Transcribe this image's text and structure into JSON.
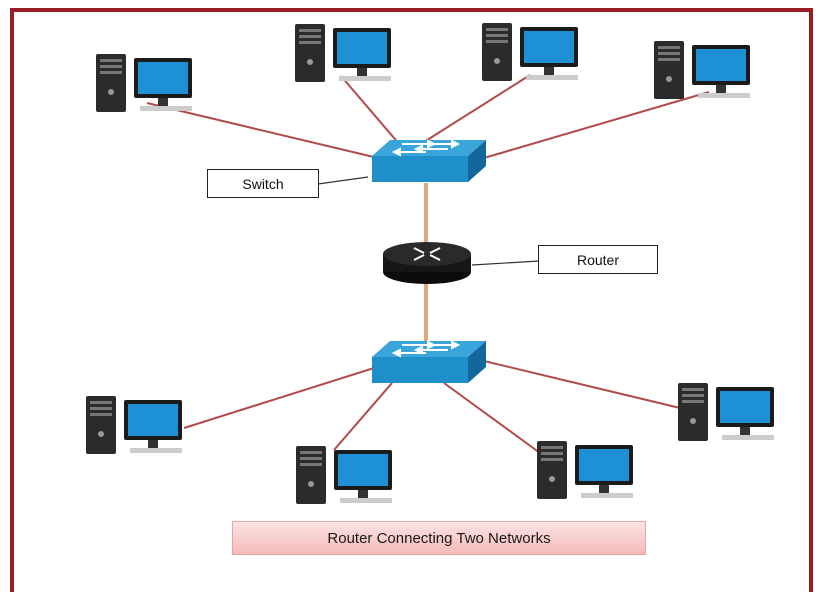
{
  "labels": {
    "switch": "Switch",
    "router": "Router"
  },
  "caption": "Router Connecting Two Networks",
  "colors": {
    "frame": "#9b1c22",
    "pc_link": "#b24a4a",
    "uplink": "#e0a878",
    "switch_face": "#1f8fc9",
    "router_body": "#161616",
    "caption_bg": "#f4b9b9"
  },
  "nodes": {
    "top_switch": "switch-icon",
    "bottom_switch": "switch-icon",
    "router": "router-icon",
    "computers": "computer-icon"
  }
}
